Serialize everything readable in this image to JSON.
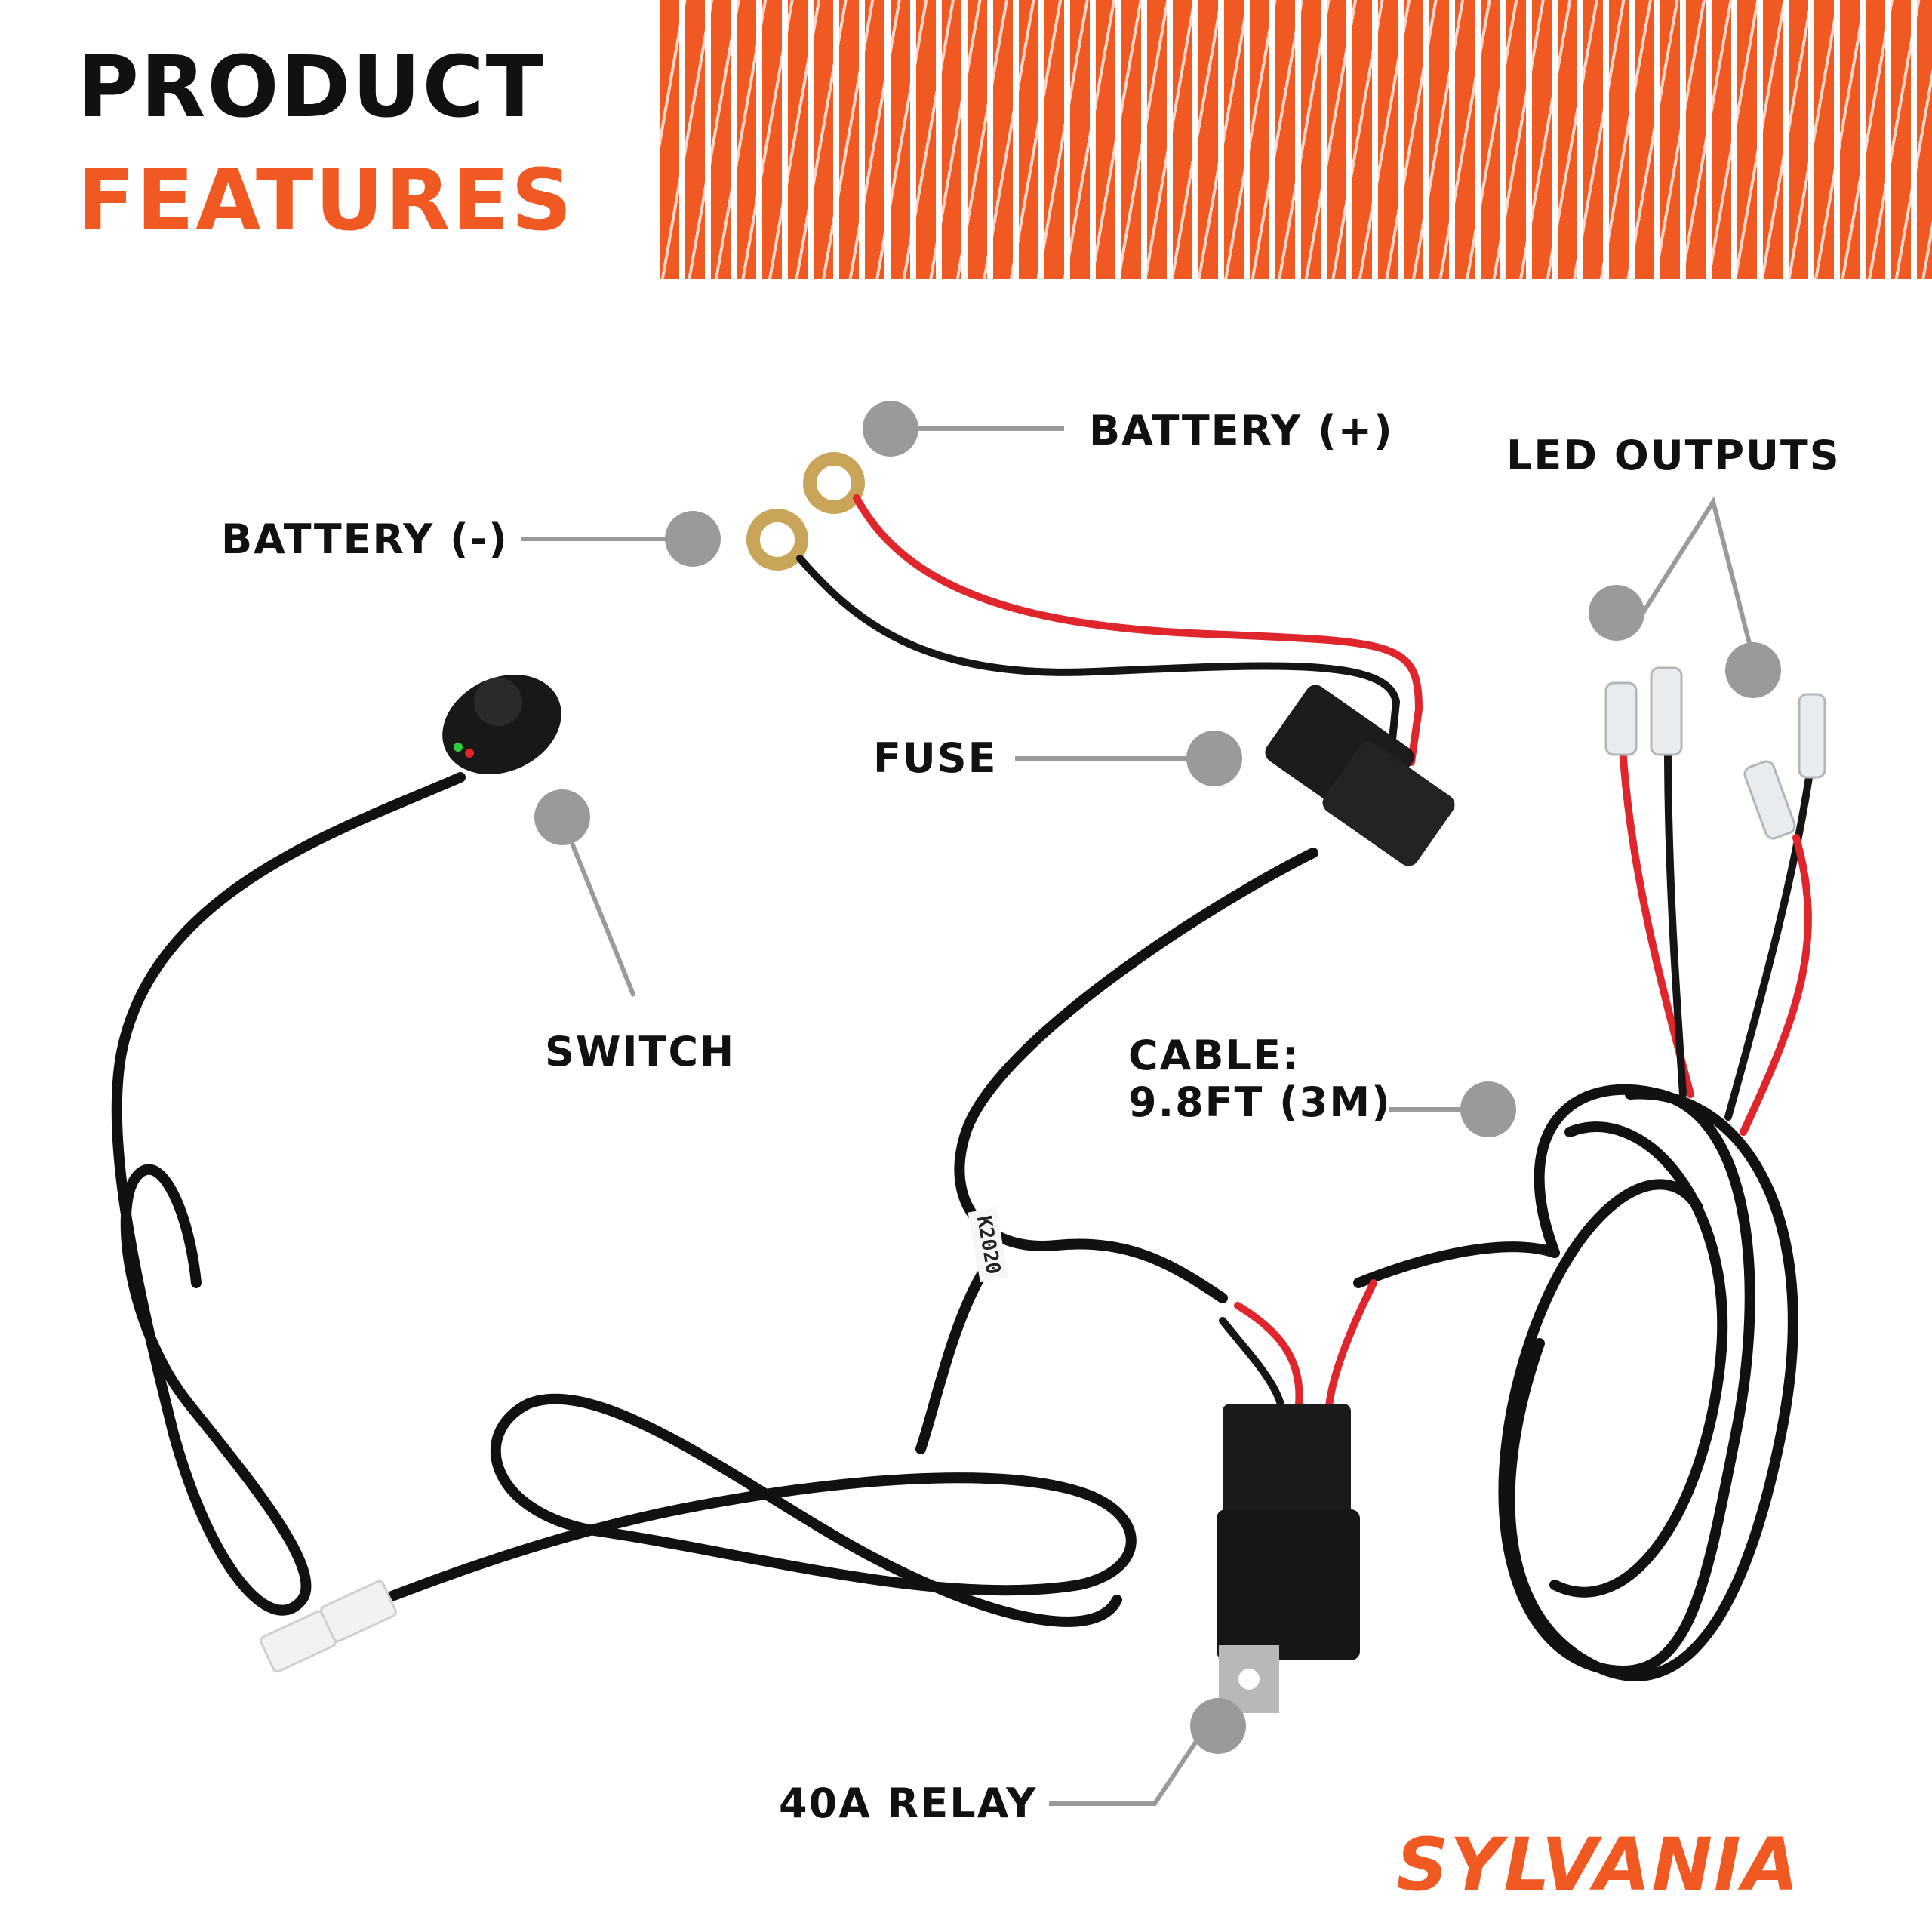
{
  "header": {
    "title_line1": "PRODUCT",
    "title_line2": "FEATURES"
  },
  "callouts": {
    "battery_positive": "BATTERY (+)",
    "battery_negative": "BATTERY (-)",
    "led_outputs": "LED OUTPUTS",
    "fuse": "FUSE",
    "switch": "SWITCH",
    "cable_line1": "CABLE:",
    "cable_line2": "9.8FT (3M)",
    "relay": "40A RELAY"
  },
  "product": {
    "cable_tag": "K2020"
  },
  "brand": {
    "logo_text": "SYLVANIA"
  },
  "colors": {
    "accent": "#f05a22",
    "text": "#111111",
    "callout_gray": "#9a9a9a",
    "wire_red": "#e0262d",
    "wire_black": "#151515"
  }
}
